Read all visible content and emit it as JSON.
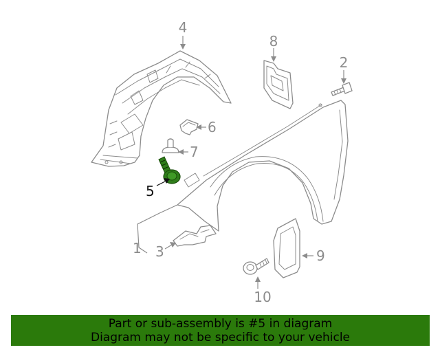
{
  "diagram": {
    "highlight_callout": "5",
    "callouts": [
      {
        "id": "c1",
        "label": "1"
      },
      {
        "id": "c2",
        "label": "2"
      },
      {
        "id": "c3",
        "label": "3"
      },
      {
        "id": "c4",
        "label": "4"
      },
      {
        "id": "c5",
        "label": "5"
      },
      {
        "id": "c6",
        "label": "6"
      },
      {
        "id": "c7",
        "label": "7"
      },
      {
        "id": "c8",
        "label": "8"
      },
      {
        "id": "c9",
        "label": "9"
      },
      {
        "id": "c10",
        "label": "10"
      }
    ],
    "colors": {
      "line": "#8c8c8c",
      "highlight_part": "#2f7d1a",
      "highlight_label": "#111111"
    }
  },
  "banner": {
    "line1": "Part or sub-assembly is #5 in diagram",
    "line2": "Diagram may not be specific to your vehicle",
    "background": "#2b7a0b"
  }
}
